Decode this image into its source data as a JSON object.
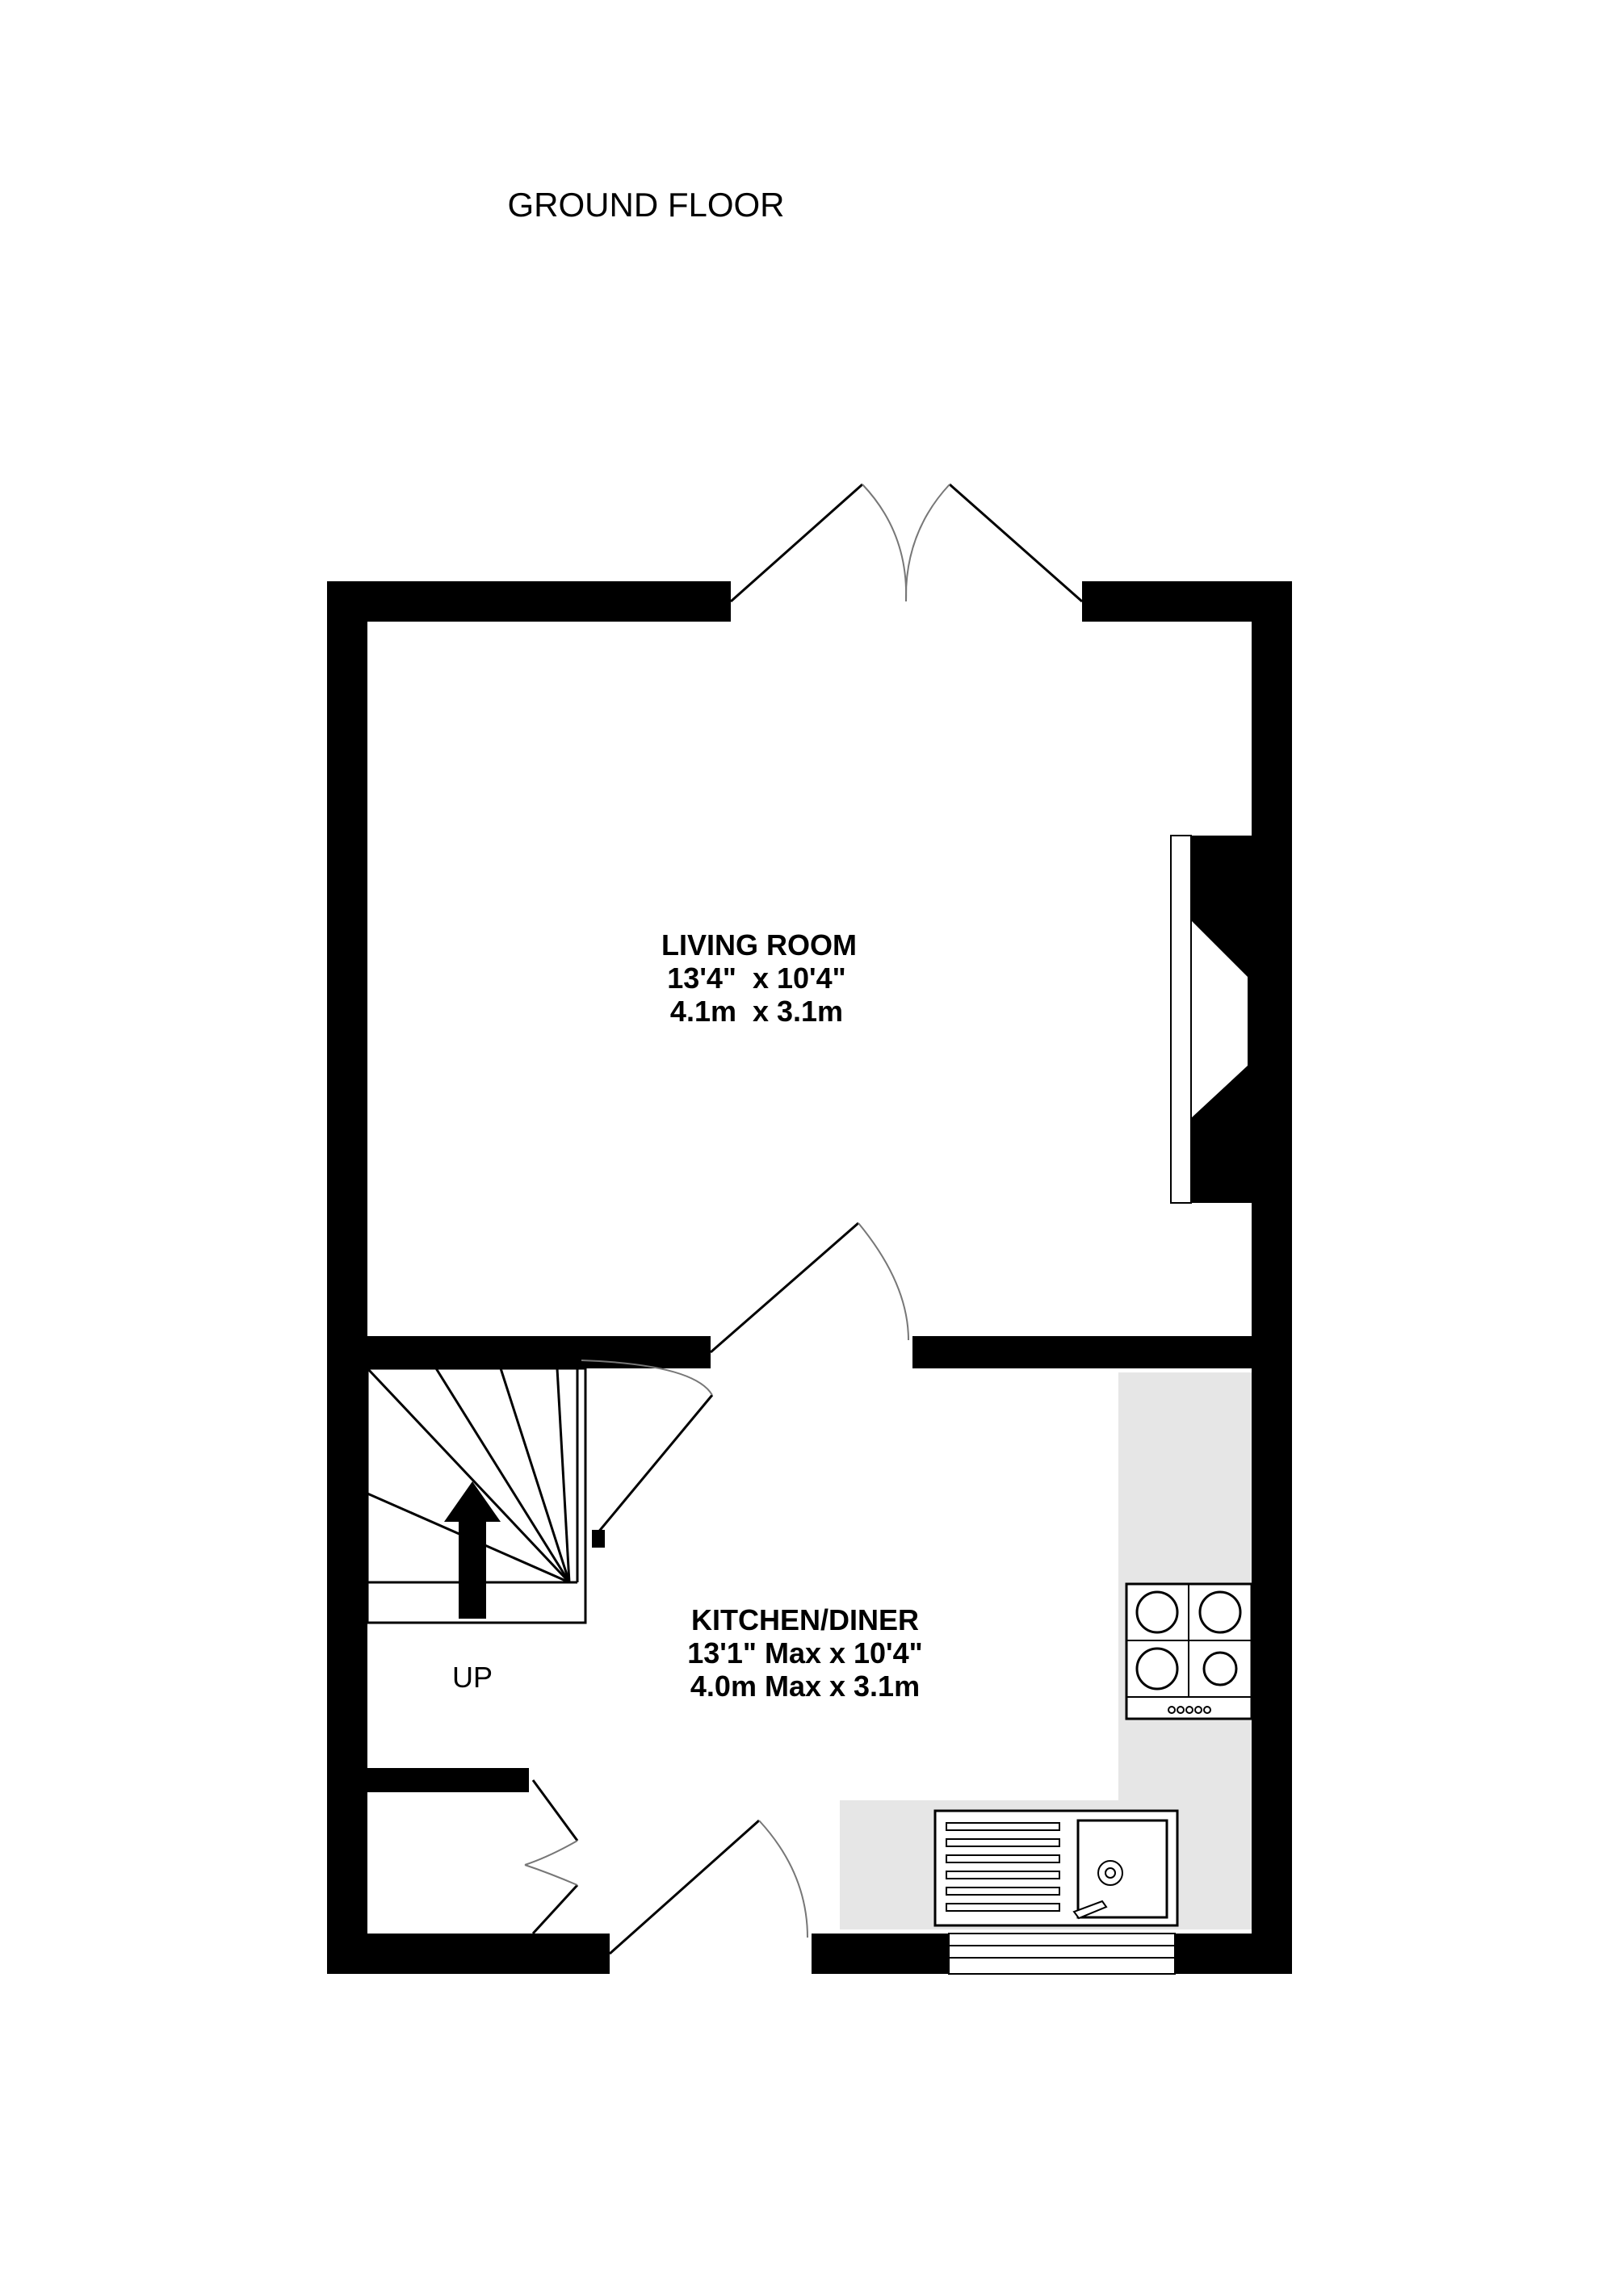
{
  "floor": {
    "title": "GROUND FLOOR"
  },
  "rooms": [
    {
      "name": "LIVING ROOM",
      "dims_imperial": "13'4\"  x 10'4\"",
      "dims_metric": "4.1m  x 3.1m"
    },
    {
      "name": "KITCHEN/DINER",
      "dims_imperial": "13'1\" Max x 10'4\"",
      "dims_metric": "4.0m Max x 3.1m"
    }
  ],
  "stairs": {
    "label": "UP"
  },
  "colors": {
    "wall": "#000000",
    "worktop": "#e6e6e6",
    "background": "#ffffff"
  }
}
